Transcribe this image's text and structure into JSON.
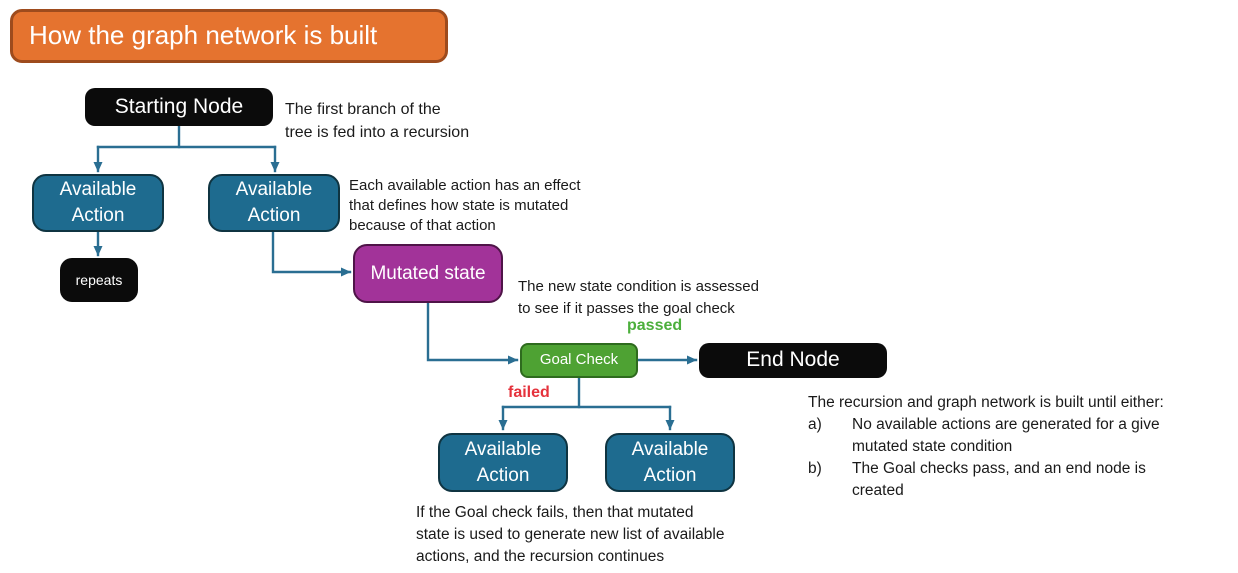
{
  "title": {
    "label": "How the graph network is built"
  },
  "nodes": {
    "starting_node": {
      "label": "Starting Node"
    },
    "available_action": {
      "label": "Available Action"
    },
    "repeats": {
      "label": "repeats"
    },
    "mutated_state": {
      "label": "Mutated state"
    },
    "goal_check": {
      "label": "Goal Check"
    },
    "end_node": {
      "label": "End Node"
    }
  },
  "edge_labels": {
    "passed": "passed",
    "failed": "failed"
  },
  "annotations": {
    "first_branch": "The first branch of the\ntree is fed into a recursion",
    "each_action": "Each available action has an effect\nthat defines how state is mutated\nbecause of that action",
    "new_state": "The new state condition is assessed\nto see if it passes the goal check",
    "goal_fail": "If the Goal check fails, then that mutated\nstate is used to generate new list of available\nactions, and the recursion continues",
    "termination": {
      "intro": "The recursion and graph network is built until either:",
      "items": [
        {
          "marker": "a)",
          "text": "No available actions are generated for a give\nmutated state condition"
        },
        {
          "marker": "b)",
          "text": "The Goal checks pass, and an end node is\ncreated"
        }
      ]
    }
  },
  "colors": {
    "title_orange": "#e5732f",
    "node_black": "#0b0b0b",
    "node_teal": "#1e6b8f",
    "node_purple": "#a23399",
    "node_green": "#4ea233",
    "connector_blue": "#2a6e92",
    "passed_green": "#4caf3c",
    "failed_red": "#e5323c"
  }
}
